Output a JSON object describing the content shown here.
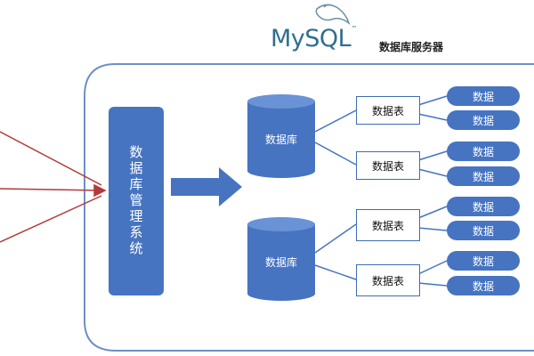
{
  "header": {
    "logo_text_my": "My",
    "logo_text_sql": "SQL",
    "logo_tm": "™",
    "caption": "数据库服务器"
  },
  "dbms": {
    "label": "数据库管理系统"
  },
  "databases": [
    {
      "label": "数据库",
      "tables": [
        {
          "label": "数据表",
          "data": [
            "数据",
            "数据"
          ]
        },
        {
          "label": "数据表",
          "data": [
            "数据",
            "数据"
          ]
        }
      ]
    },
    {
      "label": "数据库",
      "tables": [
        {
          "label": "数据表",
          "data": [
            "数据",
            "数据"
          ]
        },
        {
          "label": "数据表",
          "data": [
            "数据",
            "数据"
          ]
        }
      ]
    }
  ],
  "colors": {
    "accent": "#4674c1",
    "border": "#6f8fc6",
    "arrow_red": "#b23a3a"
  },
  "icons": [
    "mysql-dolphin-icon"
  ]
}
